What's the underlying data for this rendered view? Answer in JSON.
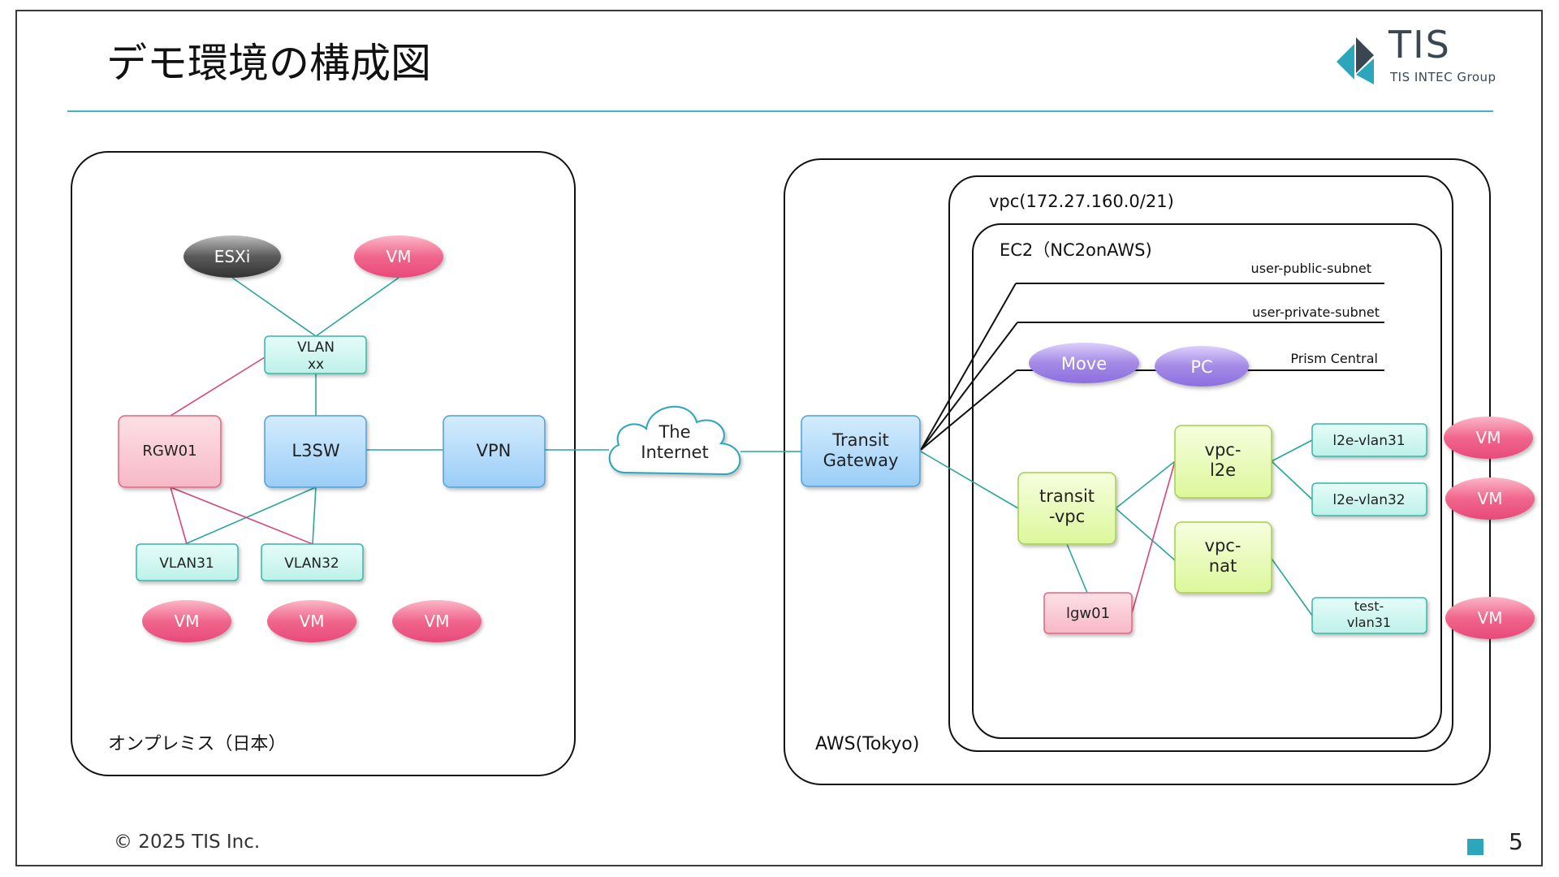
{
  "slide": {
    "title": "デモ環境の構成図",
    "logo": {
      "name": "TIS",
      "group": "TIS INTEC Group"
    },
    "footer": {
      "copyright": "© 2025 TIS Inc.",
      "page": "5"
    }
  },
  "onprem": {
    "region_label": "オンプレミス（日本）",
    "esxi": "ESXi",
    "vm_top": "VM",
    "vlanxx_line1": "VLAN",
    "vlanxx_line2": "xx",
    "rgw01": "RGW01",
    "l3sw": "L3SW",
    "vpn": "VPN",
    "vlan31": "VLAN31",
    "vlan32": "VLAN32",
    "vms_bottom": [
      "VM",
      "VM",
      "VM"
    ]
  },
  "internet": {
    "line1": "The",
    "line2": "Internet"
  },
  "aws": {
    "region_label": "AWS(Tokyo)",
    "tgw_line1": "Transit",
    "tgw_line2": "Gateway",
    "vpc_label": "vpc(172.27.160.0/21)",
    "ec2_label": "EC2（NC2onAWS)",
    "subnets": {
      "public": "user-public-subnet",
      "private": "user-private-subnet",
      "prism": "Prism Central"
    },
    "move": "Move",
    "pc": "PC",
    "transit_vpc_line1": "transit",
    "transit_vpc_line2": "-vpc",
    "vpc_l2e_line1": "vpc-",
    "vpc_l2e_line2": "l2e",
    "vpc_nat_line1": "vpc-",
    "vpc_nat_line2": "nat",
    "lgw01": "lgw01",
    "l2e_vlan31": "l2e-vlan31",
    "l2e_vlan32": "l2e-vlan32",
    "test_vlan31_line1": "test-",
    "test_vlan31_line2": "vlan31",
    "vms_right": [
      "VM",
      "VM",
      "VM"
    ]
  },
  "colors": {
    "teal": "#2aa59a",
    "pink_line": "#d6457a",
    "cyan_box": "#c9f4ee",
    "pink_box": "#f9c4cf",
    "blue_box": "#a9d6f9",
    "green_box": "#e4f9a9",
    "vm_pink": "#f0668c",
    "purple": "#a48ae6",
    "esxi_grey": "#555555"
  }
}
